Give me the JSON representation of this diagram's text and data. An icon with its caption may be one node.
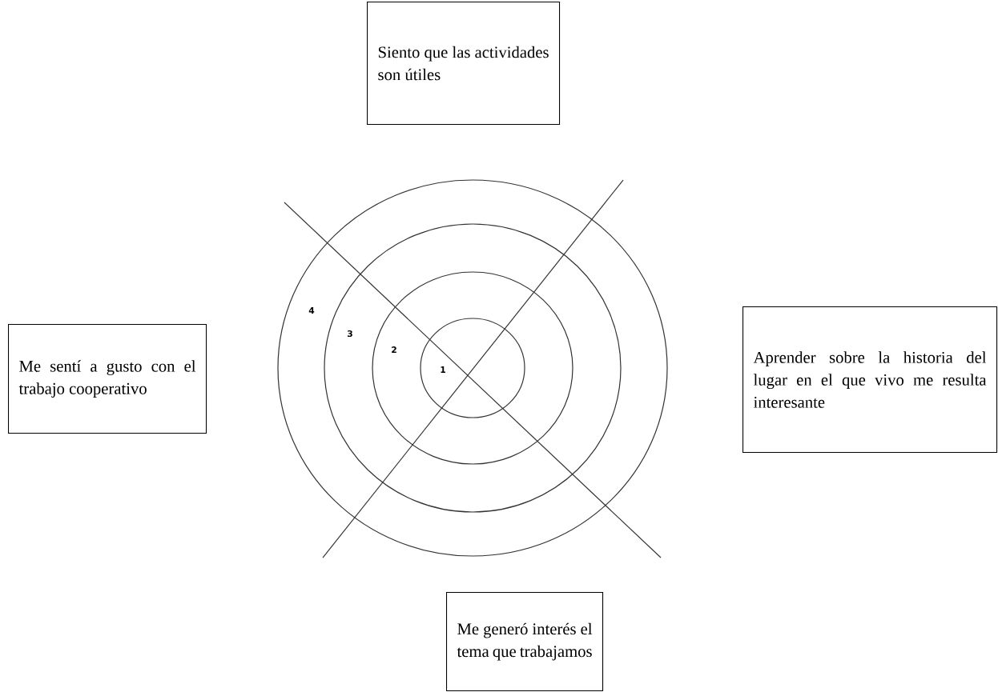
{
  "diagram": {
    "nodes": [
      {
        "text": [
          "Siento que las actividades son útiles"
        ]
      },
      {
        "text": [
          "Me sentí a gusto con el trabajo cooperativo"
        ]
      },
      {
        "text": [
          "Aprender sobre la historia del lugar en el que vivo me resulta interesante"
        ]
      },
      {
        "text": [
          "Me generó interés el tema que trabajamos"
        ]
      }
    ],
    "labels": [
      "4",
      "3",
      "2",
      "1"
    ]
  }
}
